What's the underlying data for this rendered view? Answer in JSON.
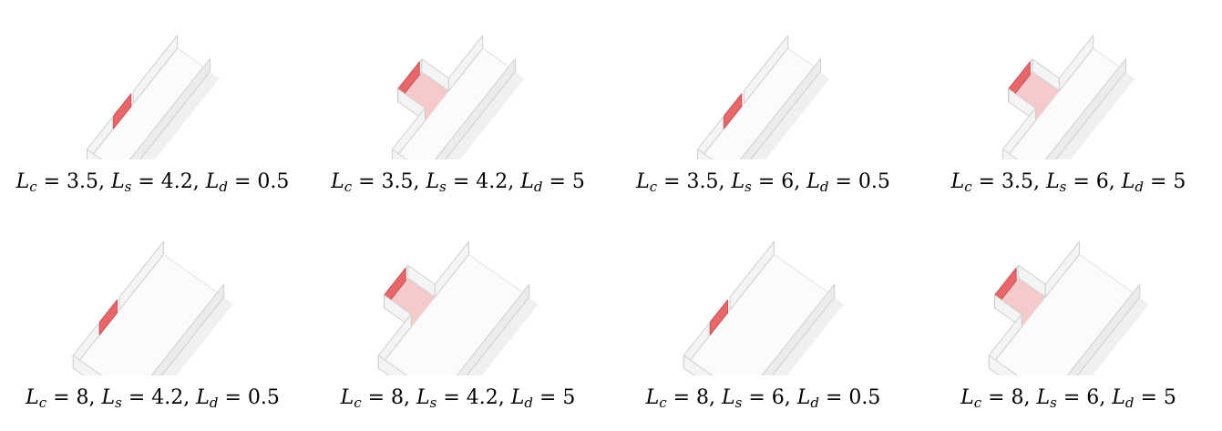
{
  "panels": [
    {
      "Lc": "3.5",
      "Ls": "4.2",
      "Ld": "0.5",
      "wide": false,
      "corner": false
    },
    {
      "Lc": "3.5",
      "Ls": "4.2",
      "Ld": "5",
      "wide": false,
      "corner": true
    },
    {
      "Lc": "3.5",
      "Ls": "6",
      "Ld": "0.5",
      "wide": false,
      "corner": false
    },
    {
      "Lc": "3.5",
      "Ls": "6",
      "Ld": "5",
      "wide": false,
      "corner": true
    },
    {
      "Lc": "8",
      "Ls": "4.2",
      "Ld": "0.5",
      "wide": true,
      "corner": false
    },
    {
      "Lc": "8",
      "Ls": "4.2",
      "Ld": "5",
      "wide": true,
      "corner": true
    },
    {
      "Lc": "8",
      "Ls": "6",
      "Ld": "0.5",
      "wide": true,
      "corner": false
    },
    {
      "Lc": "8",
      "Ls": "6",
      "Ld": "5",
      "wide": true,
      "corner": true
    }
  ],
  "colors": {
    "wall": "#f4f4f4",
    "wall_edge": "#cfcfcf",
    "floor": "#fbfbfb",
    "shadow": "#e4e4e4",
    "door": "#e8676b",
    "door_area": "#f6c9cb"
  }
}
